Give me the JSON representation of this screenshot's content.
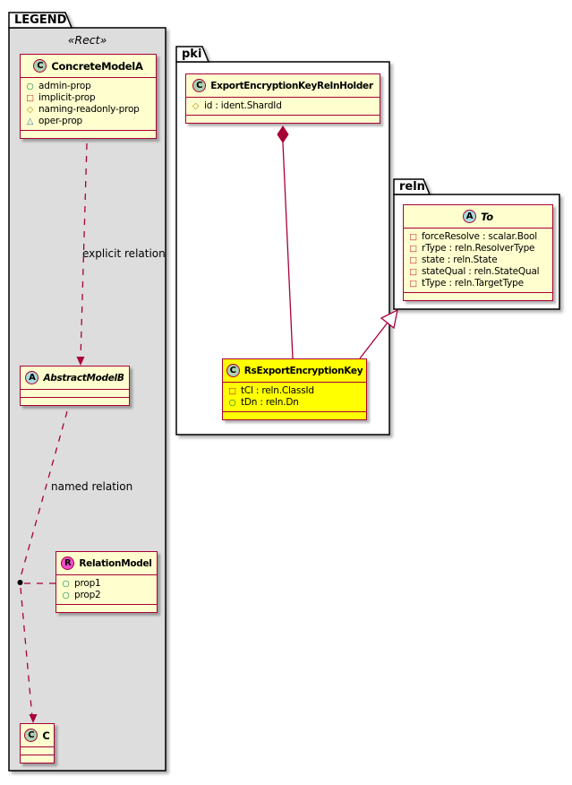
{
  "legend": {
    "tab_label": "LEGEND",
    "stereotype": "«Rect»",
    "explicit_relation_label": "explicit relation",
    "named_relation_label": "named relation"
  },
  "packages": {
    "pki_label": "pki",
    "reln_label": "reln"
  },
  "classes": {
    "concrete_model_a": {
      "name": "ConcreteModelA",
      "spot": "C",
      "attributes": [
        {
          "glyph": "○",
          "text": "admin-prop"
        },
        {
          "glyph": "□",
          "text": "implicit-prop"
        },
        {
          "glyph": "◇",
          "text": "naming-readonly-prop"
        },
        {
          "glyph": "△",
          "text": "oper-prop"
        }
      ]
    },
    "abstract_model_b": {
      "name": "AbstractModelB",
      "spot": "A"
    },
    "relation_model": {
      "name": "RelationModel",
      "spot": "R",
      "attributes": [
        {
          "glyph": "○",
          "text": "prop1"
        },
        {
          "glyph": "○",
          "text": "prop2"
        }
      ]
    },
    "c_class": {
      "name": "C",
      "spot": "C"
    },
    "export_holder": {
      "name": "ExportEncryptionKeyRelnHolder",
      "spot": "C",
      "attributes": [
        {
          "glyph": "◇",
          "text": "id : ident.ShardId"
        }
      ]
    },
    "rs_export_key": {
      "name": "RsExportEncryptionKey",
      "spot": "C",
      "attributes": [
        {
          "glyph": "□",
          "text": "tCl : reln.ClassId"
        },
        {
          "glyph": "○",
          "text": "tDn : reln.Dn"
        }
      ]
    },
    "to_class": {
      "name": "To",
      "spot": "A",
      "attributes": [
        {
          "glyph": "□",
          "text": "forceResolve : scalar.Bool"
        },
        {
          "glyph": "□",
          "text": "rType : reln.ResolverType"
        },
        {
          "glyph": "□",
          "text": "state : reln.State"
        },
        {
          "glyph": "□",
          "text": "stateQual : reln.StateQual"
        },
        {
          "glyph": "□",
          "text": "tType : reln.TargetType"
        }
      ]
    }
  },
  "colors": {
    "class_bg": "#FEFECE",
    "class_border": "#A80036",
    "highlight_bg": "#FFFF00",
    "legend_bg": "#DDDDDD",
    "spot_class": "#ADD1B2",
    "spot_abstract": "#A9DCDF",
    "spot_relation": "#F24DCE",
    "icon_public_green": "#038048",
    "icon_private_red": "#C82930",
    "icon_protected_gold": "#B8860B",
    "icon_package_blue": "#4177AF",
    "relation_line": "#A80036"
  }
}
